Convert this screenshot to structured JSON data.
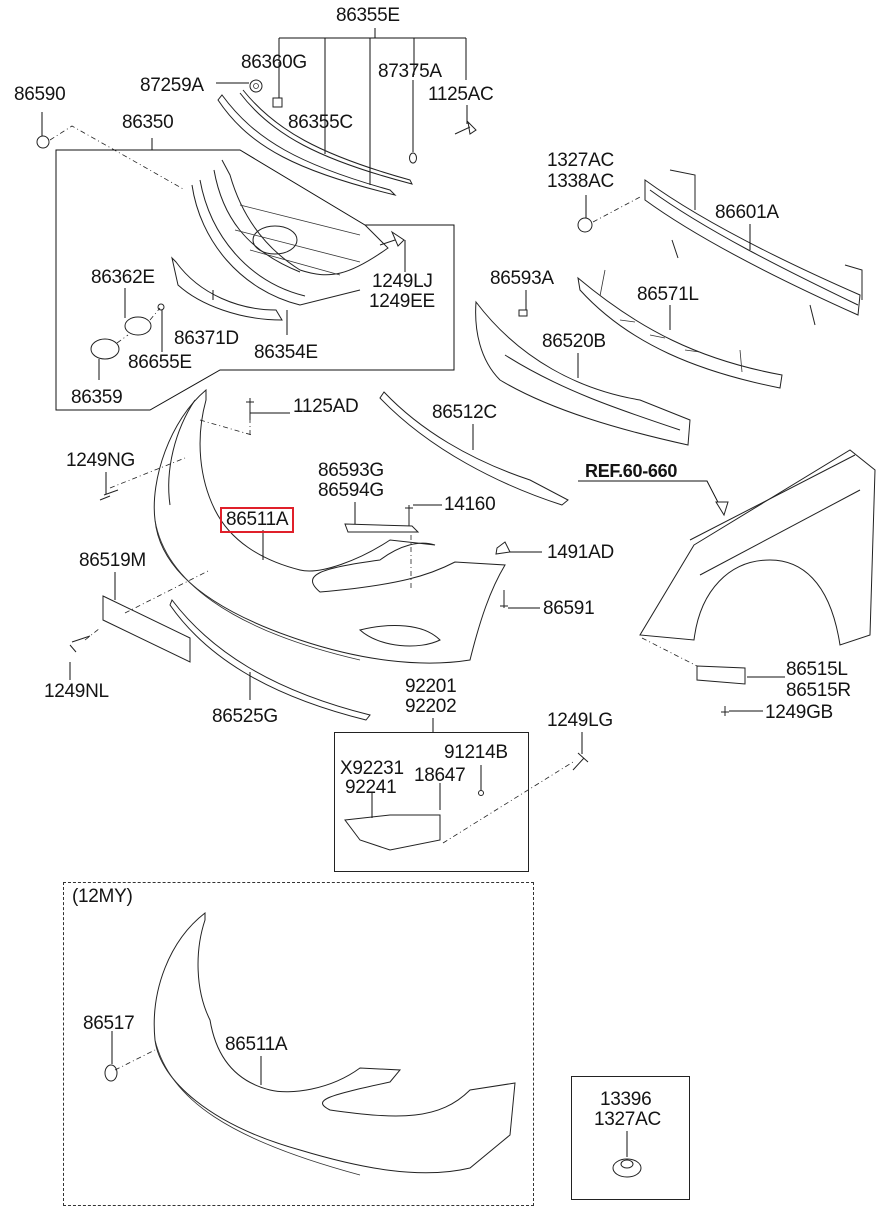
{
  "diagram": {
    "title": "Front Bumper Parts Diagram",
    "highlight_color": "#e0202a",
    "highlighted_part": "86511A",
    "labels": {
      "p86355E": "86355E",
      "p86360G": "86360G",
      "p87375A": "87375A",
      "p87259A": "87259A",
      "p86590": "86590",
      "p1125AC": "1125AC",
      "p86350": "86350",
      "p86355C": "86355C",
      "p1327AC_a": "1327AC",
      "p1338AC": "1338AC",
      "p86601A": "86601A",
      "p1249LJ": "1249LJ",
      "p1249EE": "1249EE",
      "p86362E": "86362E",
      "p86593A": "86593A",
      "p86571L": "86571L",
      "p86371D": "86371D",
      "p86354E": "86354E",
      "p86655E": "86655E",
      "p86520B": "86520B",
      "p86359": "86359",
      "p1125AD": "1125AD",
      "p86512C": "86512C",
      "p1249NG": "1249NG",
      "p86593G": "86593G",
      "p86594G": "86594G",
      "p14160": "14160",
      "ref": "REF.60-660",
      "p86511A": "86511A",
      "p1491AD": "1491AD",
      "p86519M": "86519M",
      "p86591": "86591",
      "p86515L": "86515L",
      "p86515R": "86515R",
      "p1249GB": "1249GB",
      "p1249NL": "1249NL",
      "p86525G": "86525G",
      "p92201": "92201",
      "p92202": "92202",
      "p1249LG": "1249LG",
      "p91214B": "91214B",
      "pX92231": "X92231",
      "p18647": "18647",
      "p92241": "92241",
      "my12": "(12MY)",
      "p86517": "86517",
      "p86511A_12my": "86511A",
      "p13396": "13396",
      "p1327AC_b": "1327AC"
    }
  }
}
